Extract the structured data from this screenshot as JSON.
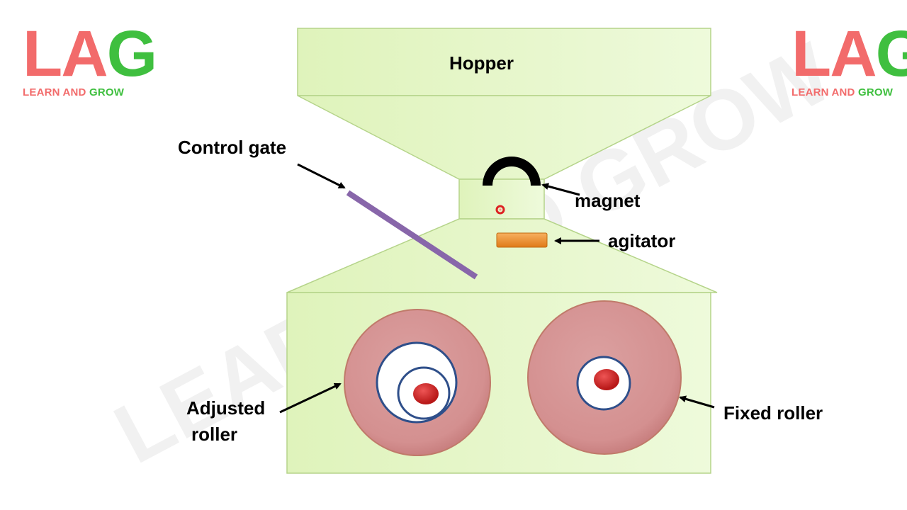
{
  "logos": {
    "letters": [
      "L",
      "A",
      "G"
    ],
    "tagline": [
      "LEARN AND",
      "GROW"
    ]
  },
  "watermark": "LEARN AND GROW",
  "labels": {
    "hopper": "Hopper",
    "control_gate": "Control gate",
    "magnet": "magnet",
    "agitator": "agitator",
    "adjusted_roller_line1": "Adjusted",
    "adjusted_roller_line2": "roller",
    "fixed_roller": "Fixed roller"
  },
  "colors": {
    "chamber_fill": "#e6f7c8",
    "chamber_stroke": "#b5d48a",
    "roller_fill": "#d59595",
    "roller_stroke": "#c07a6a",
    "ring_stroke": "#2f4f8a",
    "hub_fill": "#cc2222",
    "control_gate": "#8866aa",
    "agitator": "#f09030",
    "magnet": "#000000",
    "logo_red": "#f26b6b",
    "logo_green": "#3fbf3f"
  }
}
